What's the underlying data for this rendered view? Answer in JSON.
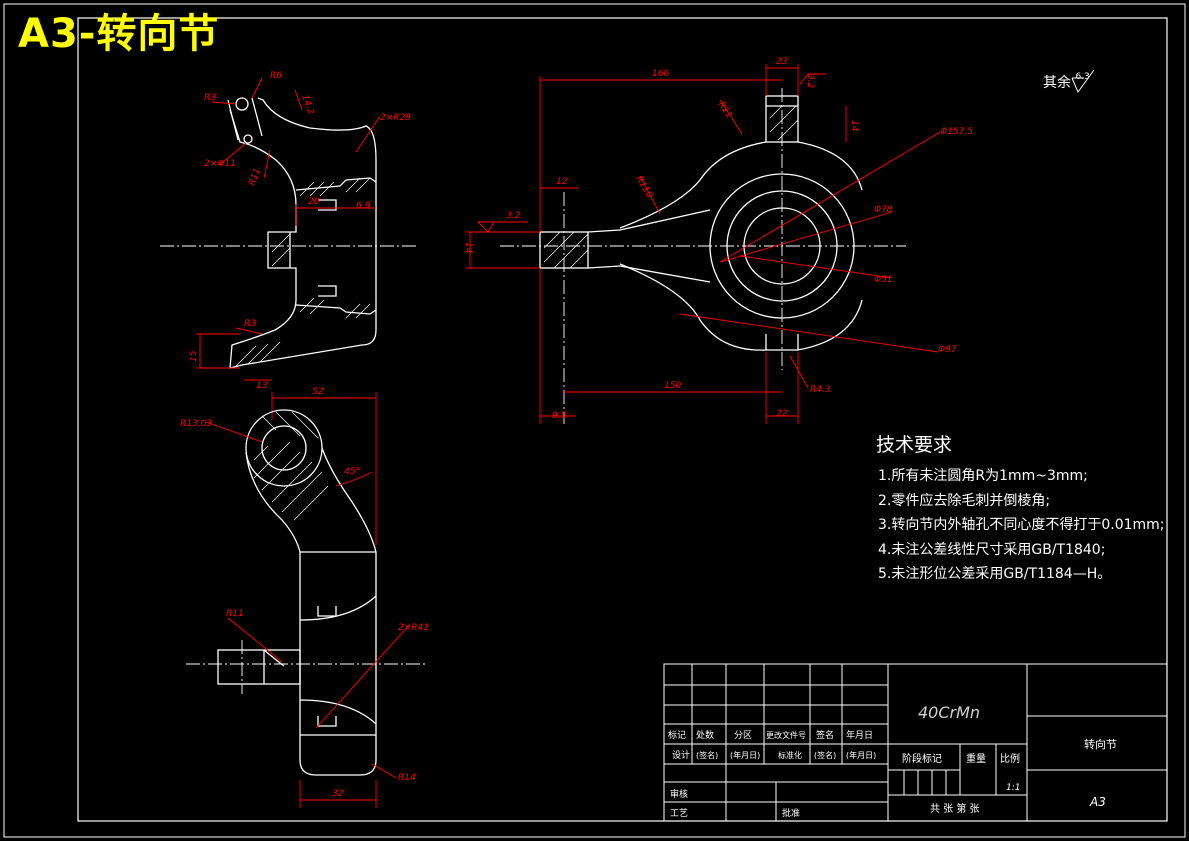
{
  "sheet_title": "A3-转向节",
  "roughness_note": {
    "label": "其余",
    "value": "6.3"
  },
  "requirements": {
    "title": "技术要求",
    "items": [
      "1.所有未注圆角R为1mm~3mm;",
      "2.零件应去除毛刺并倒棱角;",
      "3.转向节内外轴孔不同心度不得打于0.01mm;",
      "4.未注公差线性尺寸采用GB/T1840;",
      "5.未注形位公差采用GB/T1184—H。"
    ]
  },
  "dimensions": {
    "left_top": [
      "R3",
      "R6",
      "14.2",
      "2×R29",
      "2×Φ11",
      "R11",
      "20",
      "6.9",
      "R3",
      "15",
      "13",
      "52"
    ],
    "left_bottom": [
      "R13.03",
      "45°",
      "R11",
      "2×R41",
      "R14",
      "32"
    ],
    "right": [
      "166",
      "23",
      "12",
      "3.2",
      "R11",
      "14",
      "Φ157.5",
      "R110",
      "12",
      "3.2",
      "14",
      "Φ78",
      "Φ51",
      "Φ97",
      "R4.3",
      "150",
      "9.5",
      "22"
    ]
  },
  "title_block": {
    "material": "40CrMn",
    "part_name": "转向节",
    "sheet_size": "A3",
    "scale": "1:1",
    "header_row": [
      "标记",
      "处数",
      "分区",
      "更改文件号",
      "签名",
      "年月日"
    ],
    "design_row": [
      "设计",
      "(签名)",
      "(年月日)",
      "标准化",
      "(签名)",
      "(年月日)"
    ],
    "stage_labels": [
      "阶段标记",
      "重量",
      "比例"
    ],
    "review": "审核",
    "process": "工艺",
    "approve": "批准",
    "sheets": "共 张 第 张"
  },
  "colors": {
    "background": "#000000",
    "outline": "#ffffff",
    "dimension": "#ff0000",
    "title": "#ffff00",
    "centerline": "#ffffff"
  }
}
